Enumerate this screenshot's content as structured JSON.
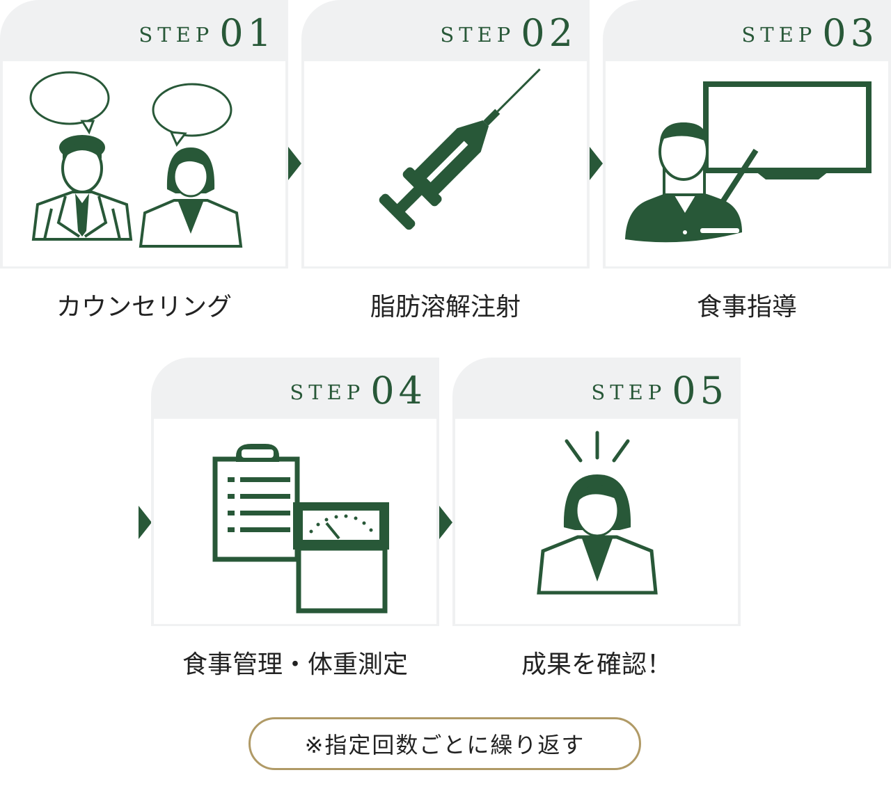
{
  "steps": [
    {
      "step_word": "STEP",
      "step_num": "01",
      "label": "カウンセリング",
      "icon": "counseling-icon"
    },
    {
      "step_word": "STEP",
      "step_num": "02",
      "label": "脂肪溶解注射",
      "icon": "syringe-icon"
    },
    {
      "step_word": "STEP",
      "step_num": "03",
      "label": "食事指導",
      "icon": "instructor-icon"
    },
    {
      "step_word": "STEP",
      "step_num": "04",
      "label": "食事管理・体重測定",
      "icon": "clipboard-scale-icon"
    },
    {
      "step_word": "STEP",
      "step_num": "05",
      "label": "成果を確認！",
      "icon": "surprised-woman-icon"
    }
  ],
  "note": "※指定回数ごとに繰り返す",
  "colors": {
    "accent": "#285838",
    "card_bg": "#f0f1f2",
    "note_border": "#b09a66"
  }
}
